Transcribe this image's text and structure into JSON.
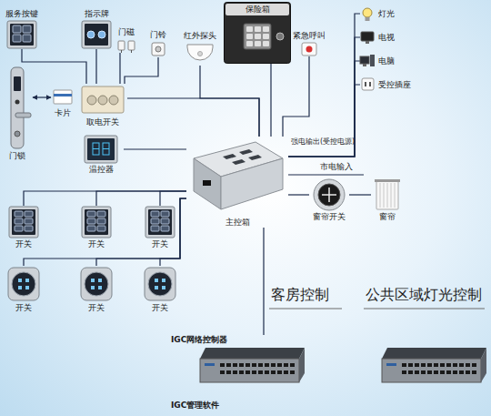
{
  "diagram": {
    "nodes": [
      {
        "text": [
          "服务按键"
        ]
      },
      {
        "text": [
          "指示牌"
        ]
      },
      {
        "text": [
          "门磁"
        ]
      },
      {
        "text": [
          "门铃"
        ]
      },
      {
        "text": [
          "红外探头"
        ]
      },
      {
        "text": [
          "保险箱"
        ]
      },
      {
        "text": [
          "紧急呼叫"
        ]
      },
      {
        "text": [
          "灯光"
        ]
      },
      {
        "text": [
          "电视"
        ]
      },
      {
        "text": [
          "电脑"
        ]
      },
      {
        "text": [
          "受控插座"
        ]
      },
      {
        "text": [
          "门锁"
        ]
      },
      {
        "text": [
          "卡片"
        ]
      },
      {
        "text": [
          "取电开关"
        ]
      },
      {
        "text": [
          "温控器"
        ]
      },
      {
        "text": [
          "主控箱"
        ]
      },
      {
        "text": [
          "窗帘开关"
        ]
      },
      {
        "text": [
          "窗帘"
        ]
      },
      {
        "text": [
          "开关"
        ]
      },
      {
        "text": [
          "开关"
        ]
      },
      {
        "text": [
          "开关"
        ]
      },
      {
        "text": [
          "开关"
        ]
      },
      {
        "text": [
          "开关"
        ]
      },
      {
        "text": [
          "开关"
        ]
      },
      {
        "text": [
          "IGC网络控制器",
          "IGC管理软件"
        ]
      }
    ],
    "edges": [
      {
        "from": 0,
        "to": 13,
        "arrow": "none"
      },
      {
        "from": 1,
        "to": 13,
        "arrow": "none"
      },
      {
        "from": 2,
        "to": 13,
        "arrow": "none"
      },
      {
        "from": 3,
        "to": 13,
        "arrow": "none"
      },
      {
        "from": 11,
        "to": 12,
        "arrow": "both"
      },
      {
        "from": 13,
        "to": 15,
        "arrow": "none"
      },
      {
        "from": 4,
        "to": 15,
        "arrow": "none"
      },
      {
        "from": 5,
        "to": 15,
        "arrow": "none"
      },
      {
        "from": 6,
        "to": 15,
        "arrow": "none"
      },
      {
        "from": 15,
        "to": 7,
        "arrow": "none"
      },
      {
        "from": 15,
        "to": 8,
        "arrow": "none"
      },
      {
        "from": 15,
        "to": 9,
        "arrow": "none"
      },
      {
        "from": 15,
        "to": 10,
        "arrow": "none"
      },
      {
        "from": 14,
        "to": 15,
        "arrow": "none"
      },
      {
        "from": 15,
        "to": 16,
        "arrow": "none"
      },
      {
        "from": 16,
        "to": 17,
        "arrow": "none"
      },
      {
        "from": 15,
        "to": 18,
        "arrow": "none"
      },
      {
        "from": 15,
        "to": 19,
        "arrow": "none"
      },
      {
        "from": 15,
        "to": 20,
        "arrow": "none"
      },
      {
        "from": 15,
        "to": 21,
        "arrow": "none"
      },
      {
        "from": 15,
        "to": 22,
        "arrow": "none"
      },
      {
        "from": 15,
        "to": 23,
        "arrow": "none"
      },
      {
        "from": 15,
        "to": 24,
        "arrow": "none"
      }
    ],
    "labels": [
      "强电输出(受控电源)",
      "市电输入",
      "客房控制",
      "公共区域灯光控制"
    ]
  }
}
